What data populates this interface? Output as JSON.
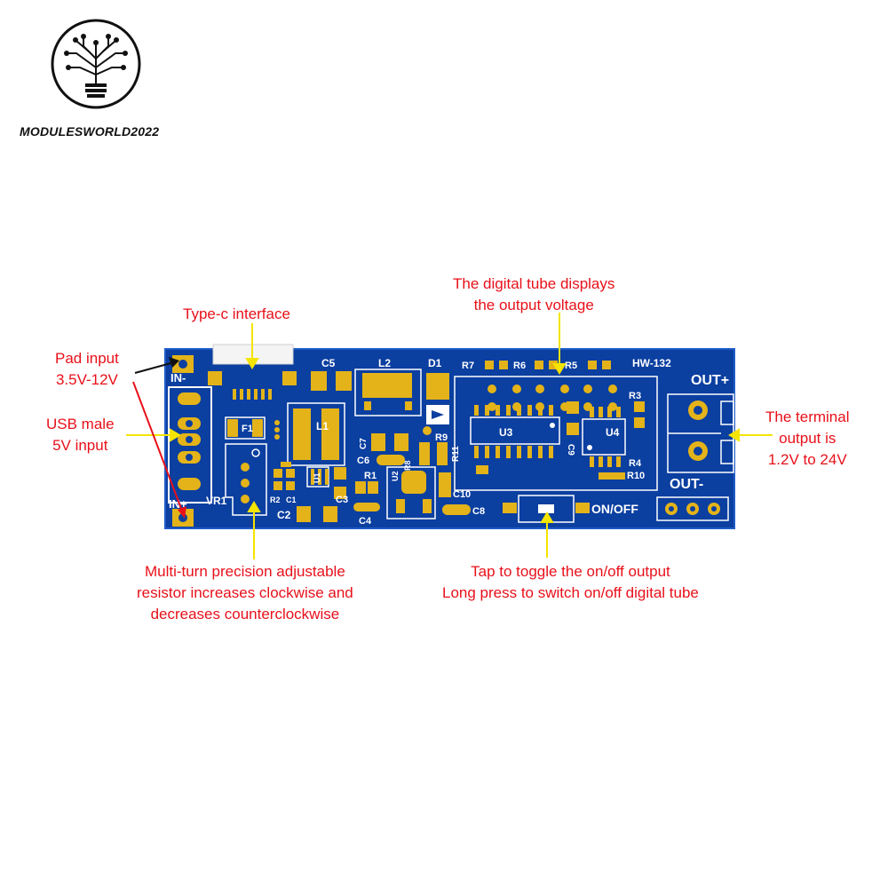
{
  "brand": {
    "name": "MODULESWORLD2022",
    "logo_icon": "circuit-lightbulb-icon"
  },
  "board": {
    "model": "HW-132",
    "color": "#0b3fa0",
    "pad_color": "#e3b319",
    "labels": {
      "in_minus": "IN-",
      "in_plus": "IN+",
      "out_plus": "OUT+",
      "out_minus": "OUT-",
      "on_off": "ON/OFF",
      "vr1": "VR1",
      "f1": "F1",
      "l1": "L1",
      "l2": "L2",
      "d1": "D1",
      "c1": "C1",
      "c2": "C2",
      "c3": "C3",
      "c4": "C4",
      "c5": "C5",
      "c6": "C6",
      "c7": "C7",
      "c8": "C8",
      "c9": "C9",
      "c10": "C10",
      "r1": "R1",
      "r2": "R2",
      "r3": "R3",
      "r4": "R4",
      "r5": "R5",
      "r6": "R6",
      "r7": "R7",
      "r8": "R8",
      "r9": "R9",
      "r10": "R10",
      "r11": "R11",
      "u1": "U1",
      "u2": "U2",
      "u3": "U3",
      "u4": "U4"
    }
  },
  "annotations": {
    "type_c": "Type-c interface",
    "pad_input": [
      "Pad input",
      "3.5V-12V"
    ],
    "usb_input": [
      "USB male",
      "5V input"
    ],
    "digital_tube": [
      "The digital tube displays",
      "the output voltage"
    ],
    "terminal": [
      "The terminal",
      "output is",
      "1.2V to 24V"
    ],
    "resistor": [
      "Multi-turn precision adjustable",
      "resistor increases clockwise and",
      "decreases counterclockwise"
    ],
    "button": [
      "Tap to toggle the on/off output",
      "Long press to switch on/off digital tube"
    ]
  }
}
